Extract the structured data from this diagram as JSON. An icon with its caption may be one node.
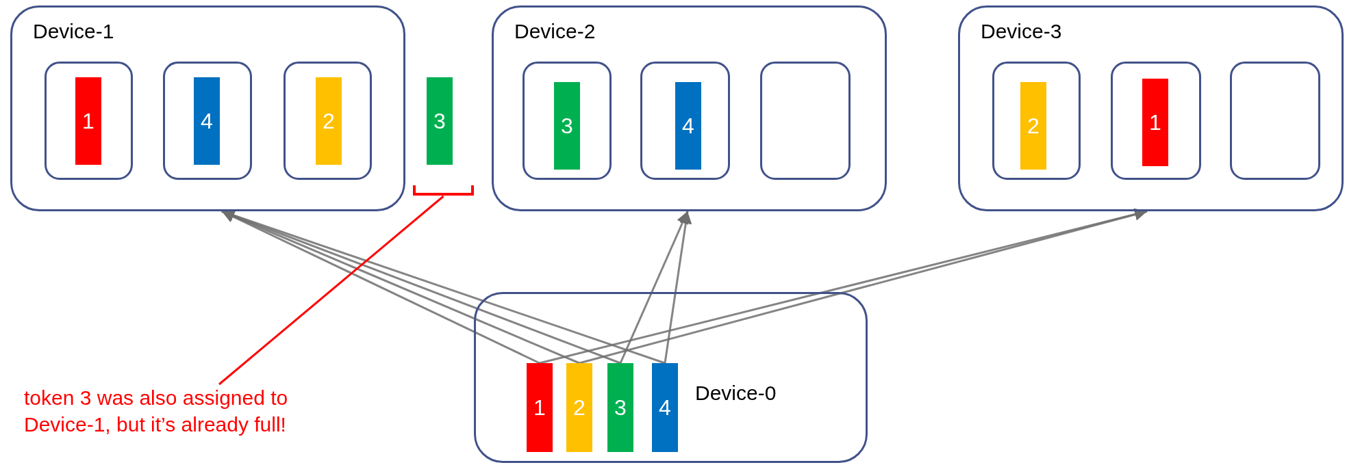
{
  "diagram": {
    "nodes": [
      {
        "text": [
          "Device-1"
        ]
      },
      {
        "text": [],
        "shape": "box",
        "in": 0
      },
      {
        "text": [
          "1"
        ],
        "in": 1
      },
      {
        "text": [],
        "shape": "box",
        "in": 0
      },
      {
        "text": [
          "4"
        ],
        "in": 3
      },
      {
        "text": [],
        "shape": "box",
        "in": 0
      },
      {
        "text": [
          "2"
        ],
        "in": 5
      },
      {
        "text": [
          "3"
        ]
      },
      {
        "text": [
          "Device-2"
        ]
      },
      {
        "text": [],
        "shape": "box",
        "in": 8
      },
      {
        "text": [
          "3"
        ],
        "in": 9
      },
      {
        "text": [],
        "shape": "box",
        "in": 8
      },
      {
        "text": [
          "4"
        ],
        "in": 11
      },
      {
        "text": [],
        "shape": "box",
        "in": 8
      },
      {
        "text": [
          "Device-3"
        ]
      },
      {
        "text": [],
        "shape": "box",
        "in": 14
      },
      {
        "text": [
          "2"
        ],
        "in": 15
      },
      {
        "text": [],
        "shape": "box",
        "in": 14
      },
      {
        "text": [
          "1"
        ],
        "in": 17
      },
      {
        "text": [],
        "shape": "box",
        "in": 14
      },
      {
        "text": [
          "Device-0"
        ]
      },
      {
        "text": [
          "1"
        ],
        "in": 20
      },
      {
        "text": [
          "2"
        ],
        "in": 20
      },
      {
        "text": [
          "3"
        ],
        "in": 20
      },
      {
        "text": [
          "4"
        ],
        "in": 20
      },
      {
        "text": [],
        "shape": "bracket"
      },
      {
        "text": [
          "token 3 was also assigned to Device-1, but it’s already full!"
        ]
      }
    ],
    "edges": [
      {
        "from": 21,
        "to": 0,
        "arrow": "to"
      },
      {
        "from": 21,
        "to": 14,
        "arrow": "to"
      },
      {
        "from": 22,
        "to": 0,
        "arrow": "to"
      },
      {
        "from": 22,
        "to": 14,
        "arrow": "to"
      },
      {
        "from": 23,
        "to": 0,
        "arrow": "to"
      },
      {
        "from": 23,
        "to": 8,
        "arrow": "to"
      },
      {
        "from": 24,
        "to": 0,
        "arrow": "to"
      },
      {
        "from": 24,
        "to": 8,
        "arrow": "to"
      },
      {
        "from": 26,
        "to": 25,
        "arrow": "none",
        "color": "#ff0000"
      }
    ]
  }
}
